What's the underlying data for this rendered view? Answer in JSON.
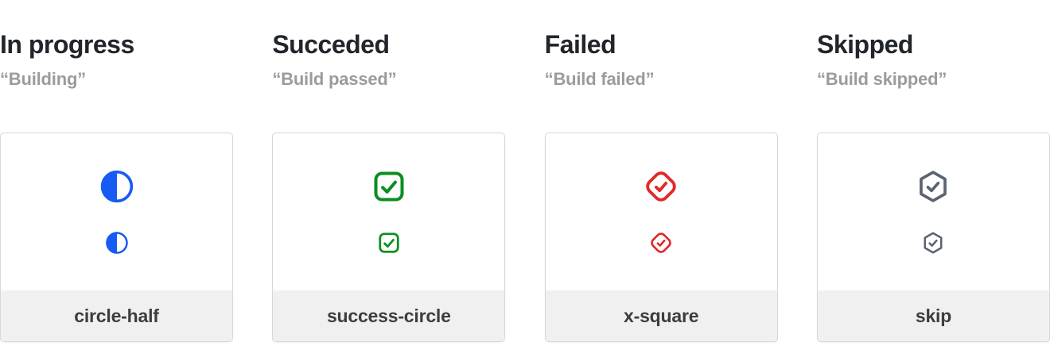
{
  "page": {
    "background": "#ffffff",
    "description_colors": {
      "title_text": "#22252a",
      "subtitle_text": "#9b9b9b",
      "card_border": "#d7d7d7",
      "card_footer_bg": "#f0f0f0",
      "label_text": "#3d3d3d"
    }
  },
  "statuses": [
    {
      "title": "In progress",
      "subtitle": "“Building”",
      "icon": "circle-half-icon",
      "icon_color": "#175bf5",
      "label": "circle-half"
    },
    {
      "title": "Succeded",
      "subtitle": "“Build passed”",
      "icon": "success-circle-icon",
      "icon_color": "#0b8e20",
      "label": "success-circle"
    },
    {
      "title": "Failed",
      "subtitle": "“Build failed”",
      "icon": "x-square-icon",
      "icon_color": "#e02a28",
      "label": "x-square"
    },
    {
      "title": "Skipped",
      "subtitle": "“Build skipped”",
      "icon": "skip-icon",
      "icon_color": "#5b6370",
      "label": "skip"
    }
  ]
}
